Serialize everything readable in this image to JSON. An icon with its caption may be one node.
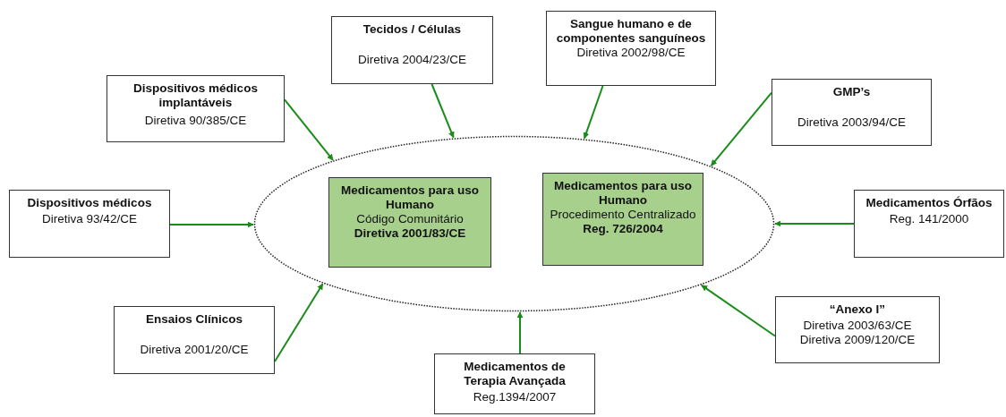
{
  "diagram": {
    "nodes": [
      {
        "text": [
          "Tecidos / Células",
          "Diretiva 2004/23/CE"
        ]
      },
      {
        "text": [
          "Sangue humano e de componentes sanguíneos",
          "Diretiva 2002/98/CE"
        ]
      },
      {
        "text": [
          "Dispositivos médicos implantáveis",
          "Diretiva 90/385/CE"
        ]
      },
      {
        "text": [
          "GMP’s",
          "Diretiva 2003/94/CE"
        ]
      },
      {
        "text": [],
        "shape": "ellipse"
      },
      {
        "text": [
          "Medicamentos para uso Humano",
          "Código Comunitário",
          "Diretiva 2001/83/CE"
        ],
        "in": 4
      },
      {
        "text": [
          "Medicamentos para uso Humano",
          "Procedimento Centralizado",
          "Reg. 726/2004"
        ],
        "in": 4
      },
      {
        "text": [
          "Dispositivos médicos",
          "Diretiva 93/42/CE"
        ]
      },
      {
        "text": [
          "Medicamentos Órfãos",
          "Reg. 141/2000"
        ]
      },
      {
        "text": [
          "Ensaios Clínicos",
          "Diretiva 2001/20/CE"
        ]
      },
      {
        "text": [
          "“Anexo I”",
          "Diretiva 2003/63/CE",
          "Diretiva 2009/120/CE"
        ]
      },
      {
        "text": [
          "Medicamentos de Terapia Avançada",
          "Reg.1394/2007"
        ]
      }
    ],
    "edges": [
      {
        "from": 0,
        "to": 4,
        "arrow": "to"
      },
      {
        "from": 1,
        "to": 4,
        "arrow": "to"
      },
      {
        "from": 2,
        "to": 4,
        "arrow": "to"
      },
      {
        "from": 3,
        "to": 4,
        "arrow": "to"
      },
      {
        "from": 7,
        "to": 4,
        "arrow": "to"
      },
      {
        "from": 8,
        "to": 4,
        "arrow": "to"
      },
      {
        "from": 9,
        "to": 4,
        "arrow": "to"
      },
      {
        "from": 10,
        "to": 4,
        "arrow": "to"
      },
      {
        "from": 11,
        "to": 4,
        "arrow": "to"
      }
    ]
  }
}
